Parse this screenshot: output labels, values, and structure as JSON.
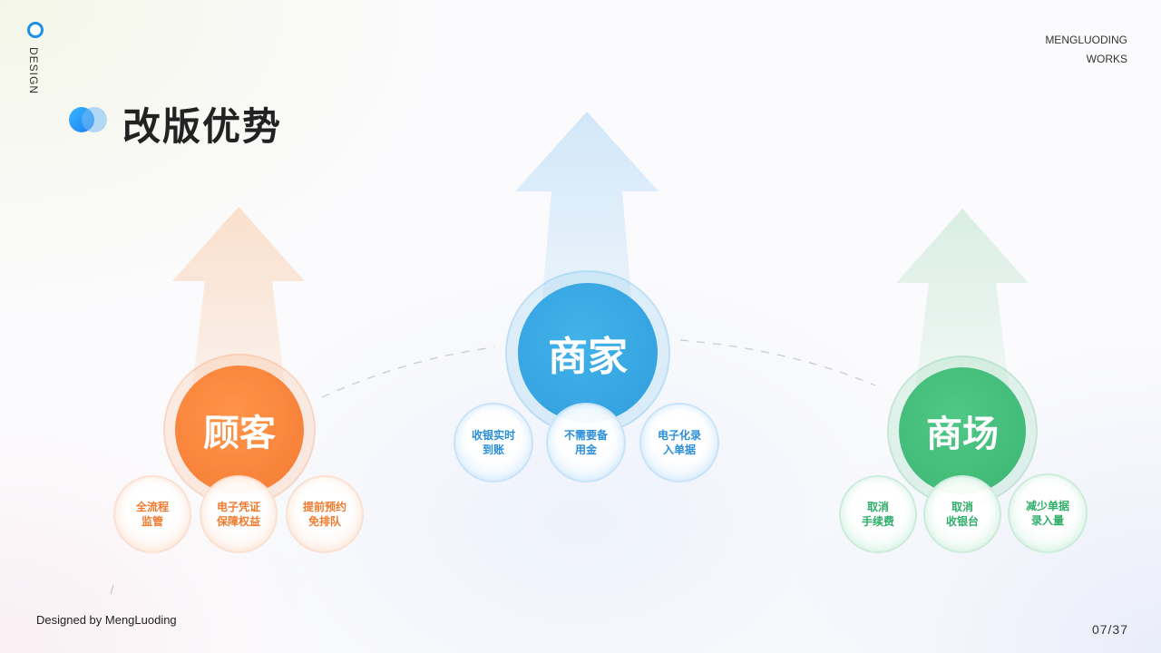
{
  "header": {
    "side_label": "DESIGN",
    "brand_line1": "MENGLUODING",
    "brand_line2": "WORKS"
  },
  "title": "改版优势",
  "groups": [
    {
      "id": "customer",
      "label": "顾客",
      "color": "#f7843c",
      "items": [
        {
          "line1": "全流程",
          "line2": "监管"
        },
        {
          "line1": "电子凭证",
          "line2": "保障权益"
        },
        {
          "line1": "提前预约",
          "line2": "免排队"
        }
      ]
    },
    {
      "id": "merchant",
      "label": "商家",
      "color": "#3aa9e2",
      "items": [
        {
          "line1": "收银实时",
          "line2": "到账"
        },
        {
          "line1": "不需要备",
          "line2": "用金"
        },
        {
          "line1": "电子化录",
          "line2": "入单据"
        }
      ]
    },
    {
      "id": "mall",
      "label": "商场",
      "color": "#45c07c",
      "items": [
        {
          "line1": "取消",
          "line2": "手续费"
        },
        {
          "line1": "取消",
          "line2": "收银台"
        },
        {
          "line1": "减少单据",
          "line2": "录入量"
        }
      ]
    }
  ],
  "footer": {
    "credit": "Designed by MengLuoding",
    "page_indicator": "07/37"
  }
}
